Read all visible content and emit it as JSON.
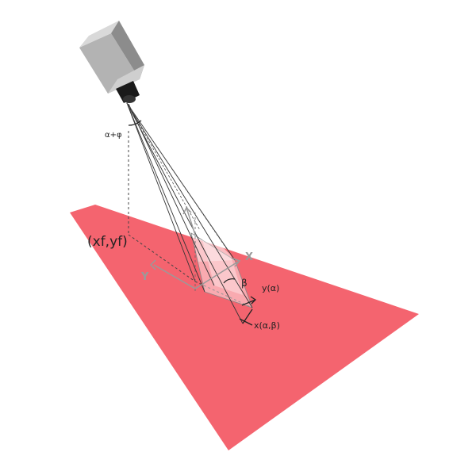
{
  "labels": {
    "angle_tilt": "α+φ",
    "focal_point": "(xf,yf)",
    "axis_x": "X",
    "axis_y": "Y",
    "angle_beta": "β",
    "y_alpha": "y(α)",
    "x_alpha_beta": "x(α,β)"
  },
  "colors": {
    "ground_plane": "#f4646f",
    "camera_body_light": "#d9d9d9",
    "camera_body_mid": "#b3b3b3",
    "camera_body_dark": "#8c8c8c",
    "lens": "#1a1a1a",
    "ray_line": "#333333",
    "axis_gray": "#9a9a9a"
  }
}
